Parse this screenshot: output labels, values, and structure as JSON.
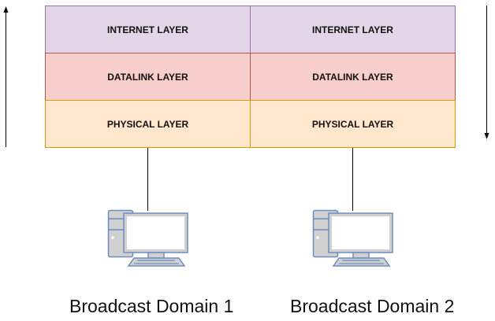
{
  "diagram": {
    "stacks": [
      {
        "id": "stack-1",
        "layers": [
          {
            "name": "internet",
            "label": "INTERNET LAYER",
            "fill": "#e1d5e7",
            "stroke": "#9673a6"
          },
          {
            "name": "datalink",
            "label": "DATALINK LAYER",
            "fill": "#f8cecc",
            "stroke": "#b85450"
          },
          {
            "name": "physical",
            "label": "PHYSICAL LAYER",
            "fill": "#ffe6cc",
            "stroke": "#d79b00"
          }
        ],
        "caption": "Broadcast Domain 1"
      },
      {
        "id": "stack-2",
        "layers": [
          {
            "name": "internet",
            "label": "INTERNET LAYER",
            "fill": "#e1d5e7",
            "stroke": "#9673a6"
          },
          {
            "name": "datalink",
            "label": "DATALINK LAYER",
            "fill": "#f8cecc",
            "stroke": "#b85450"
          },
          {
            "name": "physical",
            "label": "PHYSICAL LAYER",
            "fill": "#ffe6cc",
            "stroke": "#d79b00"
          }
        ],
        "caption": "Broadcast Domain 2"
      }
    ],
    "arrows": [
      {
        "side": "left",
        "direction": "up"
      },
      {
        "side": "right",
        "direction": "down"
      }
    ],
    "icons": [
      "desktop-computer-icon",
      "desktop-computer-icon"
    ]
  }
}
